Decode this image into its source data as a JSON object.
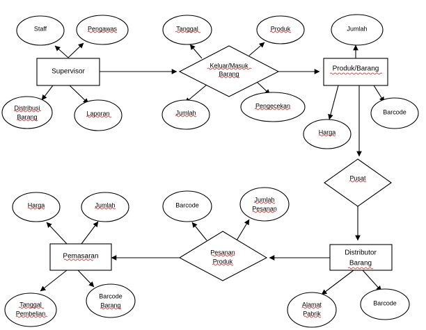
{
  "diagram": {
    "entities": {
      "supervisor": "Supervisor",
      "produk_barang": "Produk/Barang",
      "distributor": [
        "Distributor",
        "Barang"
      ],
      "pemasaran": "Pemasaran"
    },
    "relationships": {
      "keluar_masuk": [
        "Keluar/Masuk",
        "Barang"
      ],
      "pusat": "Pusat",
      "pesanan_produk": [
        "Pesanan",
        "Produk"
      ]
    },
    "attributes": {
      "staff": "Staff",
      "pengawas": "Pengawas",
      "distribusi_barang": [
        "Distribusi",
        "Barang"
      ],
      "laporan": "Laporan",
      "tanggal_km": "Tanggal",
      "produk_km": "Produk",
      "jumlah_km": "Jumlah",
      "pengecekan": "Pengecekan",
      "jumlah_pb": "Jumlah",
      "harga_pb": "Harga",
      "barcode_pb": "Barcode",
      "barcode_pp": "Barcode",
      "jumlah_pesanan": [
        "Jumlah",
        "Pesanan"
      ],
      "harga_pem": "Harga",
      "jumlah_pem": "Jumlah",
      "tanggal_pembelian": [
        "Tanggal",
        "Pembelian"
      ],
      "barcode_barang": [
        "Barcode",
        "Barang"
      ],
      "alamat_pabrik": [
        "Alamat",
        "Pabrik"
      ],
      "barcode_dist": "Barcode"
    },
    "colors": {
      "line": "#000000",
      "fill": "#ffffff",
      "spellcheck_underline": "#d21f1f"
    }
  }
}
